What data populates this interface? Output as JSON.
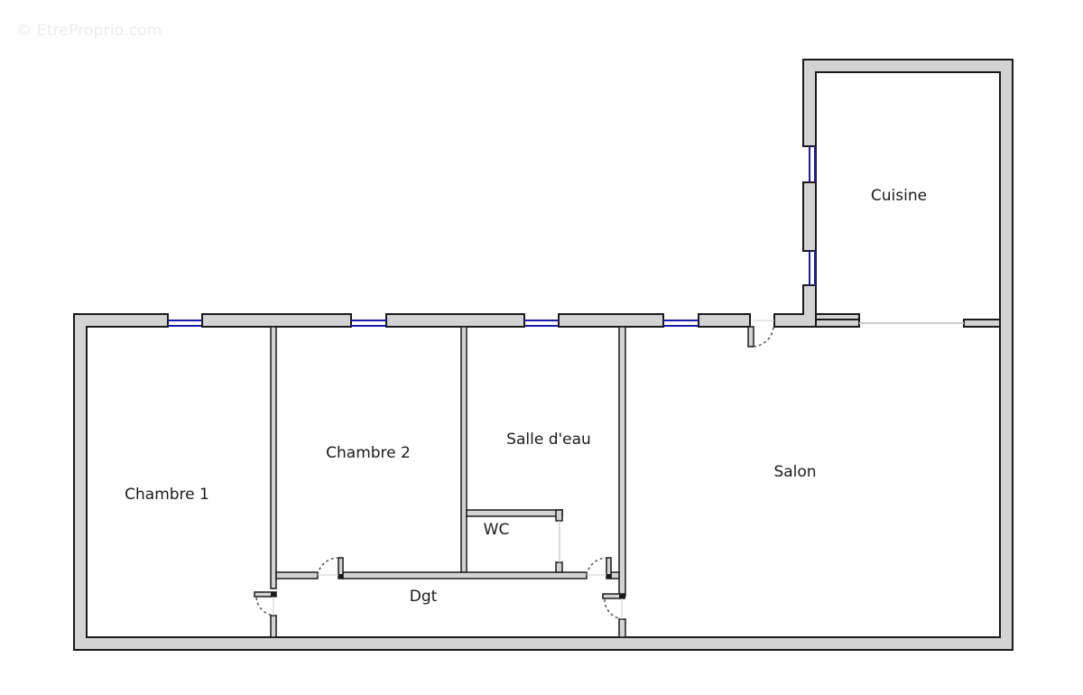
{
  "watermark": "© EtreProprio.com",
  "plan": {
    "wall_fill": "#d3d3d3",
    "wall_stroke": "#1a1a1a",
    "window_color": "#1a1aa8",
    "door_arc_color": "#555555"
  },
  "rooms": {
    "chambre1": "Chambre 1",
    "chambre2": "Chambre 2",
    "salle_deau": "Salle d'eau",
    "wc": "WC",
    "dgt": "Dgt",
    "salon": "Salon",
    "cuisine": "Cuisine"
  }
}
